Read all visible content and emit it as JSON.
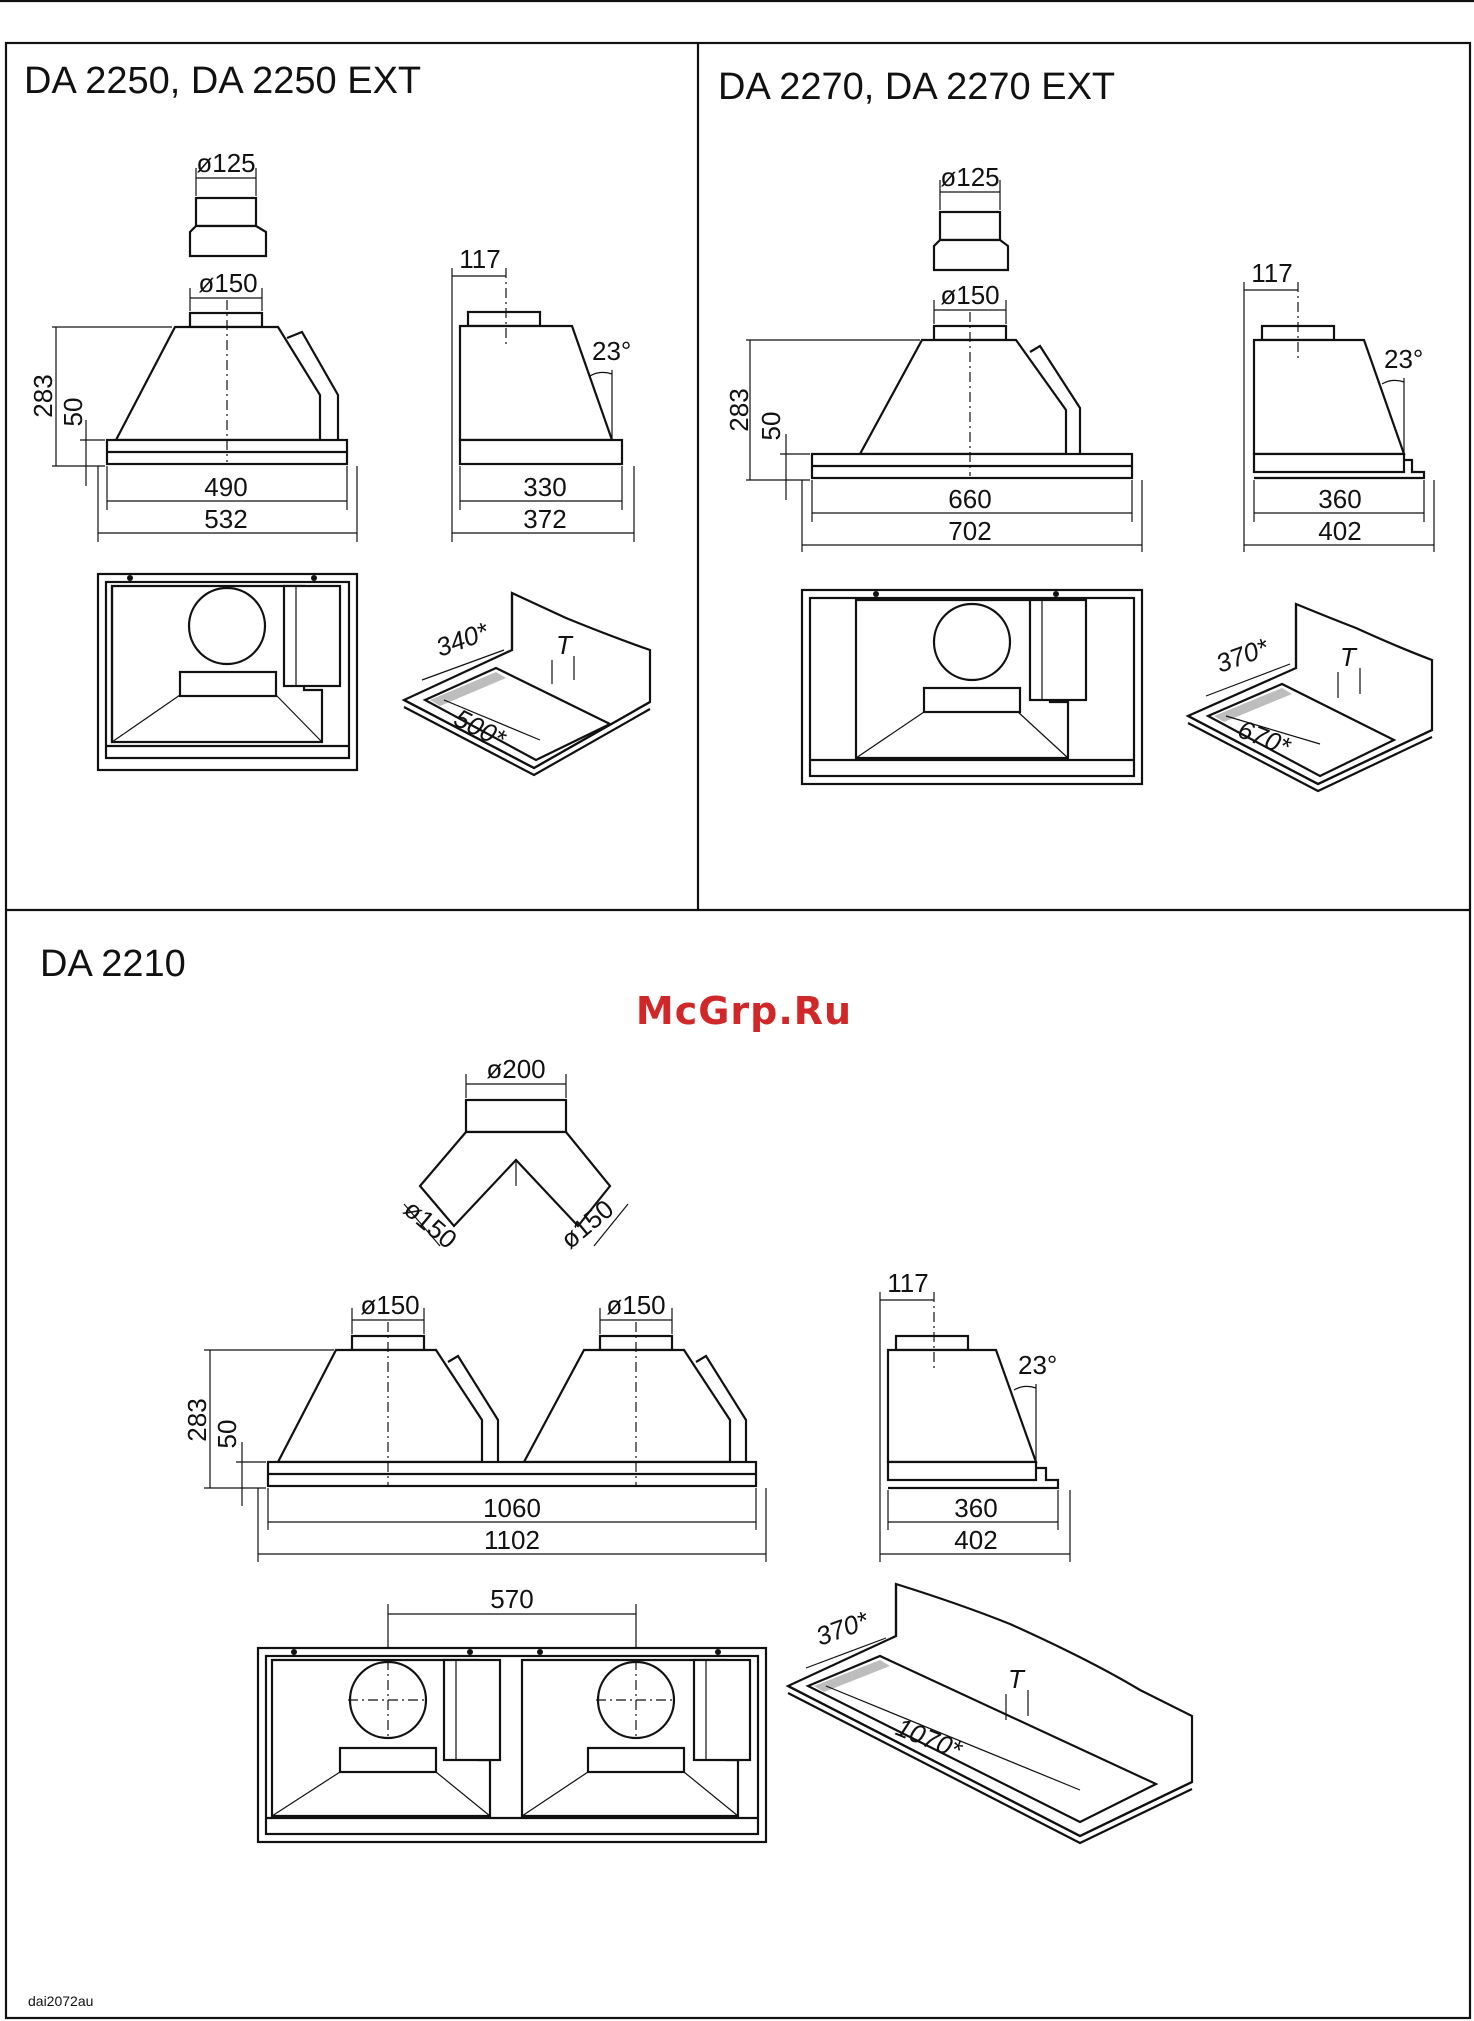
{
  "header": {
    "title": "DA 2250, DA 2250 EXT"
  },
  "panels": {
    "p2250": {
      "title": "DA 2250, DA 2250 EXT",
      "dims": {
        "d125": "ø125",
        "d150": "ø150",
        "h283": "283",
        "h50": "50",
        "w490": "490",
        "w532": "532",
        "s117": "117",
        "ang": "23°",
        "s330": "330",
        "s372": "372",
        "c340": "340*",
        "c500": "500*",
        "T": "T"
      }
    },
    "p2270": {
      "title": "DA 2270, DA 2270 EXT",
      "dims": {
        "d125": "ø125",
        "d150": "ø150",
        "h283": "283",
        "h50": "50",
        "w660": "660",
        "w702": "702",
        "s117": "117",
        "ang": "23°",
        "s360": "360",
        "s402": "402",
        "c370": "370*",
        "c670": "670*",
        "T": "T"
      }
    },
    "p2210": {
      "title": "DA 2210",
      "dims": {
        "d200": "ø200",
        "yl": "ø150",
        "yr": "ø150",
        "dl": "ø150",
        "dr": "ø150",
        "h283": "283",
        "h50": "50",
        "w1060": "1060",
        "w1102": "1102",
        "s117": "117",
        "ang": "23°",
        "s360": "360",
        "s402": "402",
        "w570": "570",
        "c370": "370*",
        "c1070": "1070*",
        "T": "T"
      }
    }
  },
  "watermark": "McGrp.Ru",
  "footer_code": "dai2072au"
}
